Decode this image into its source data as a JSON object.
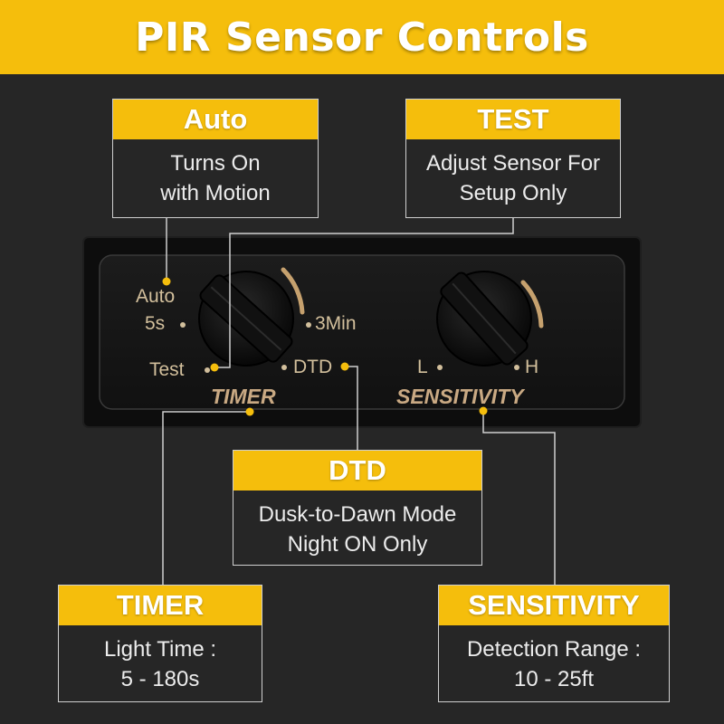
{
  "title": "PIR Sensor Controls",
  "panel": {
    "timer_dial": {
      "name": "TIMER",
      "positions": [
        "Auto",
        "5s",
        "Test",
        "3Min",
        "DTD"
      ]
    },
    "sensitivity_dial": {
      "name": "SENSITIVITY",
      "positions": [
        "L",
        "H"
      ]
    }
  },
  "callouts": {
    "auto": {
      "title": "Auto",
      "lines": [
        "Turns On",
        "with Motion"
      ]
    },
    "test": {
      "title": "TEST",
      "lines": [
        "Adjust Sensor For",
        "Setup Only"
      ]
    },
    "dtd": {
      "title": "DTD",
      "lines": [
        "Dusk-to-Dawn Mode",
        "Night ON Only"
      ]
    },
    "timer": {
      "title": "TIMER",
      "lines": [
        "Light Time :",
        "5 - 180s"
      ]
    },
    "sensitivity": {
      "title": "SENSITIVITY",
      "lines": [
        "Detection Range :",
        "10 - 25ft"
      ]
    }
  },
  "colors": {
    "accent": "#f5be0c",
    "background": "#262626",
    "panel": "#141414",
    "label": "#d2bf9c"
  }
}
